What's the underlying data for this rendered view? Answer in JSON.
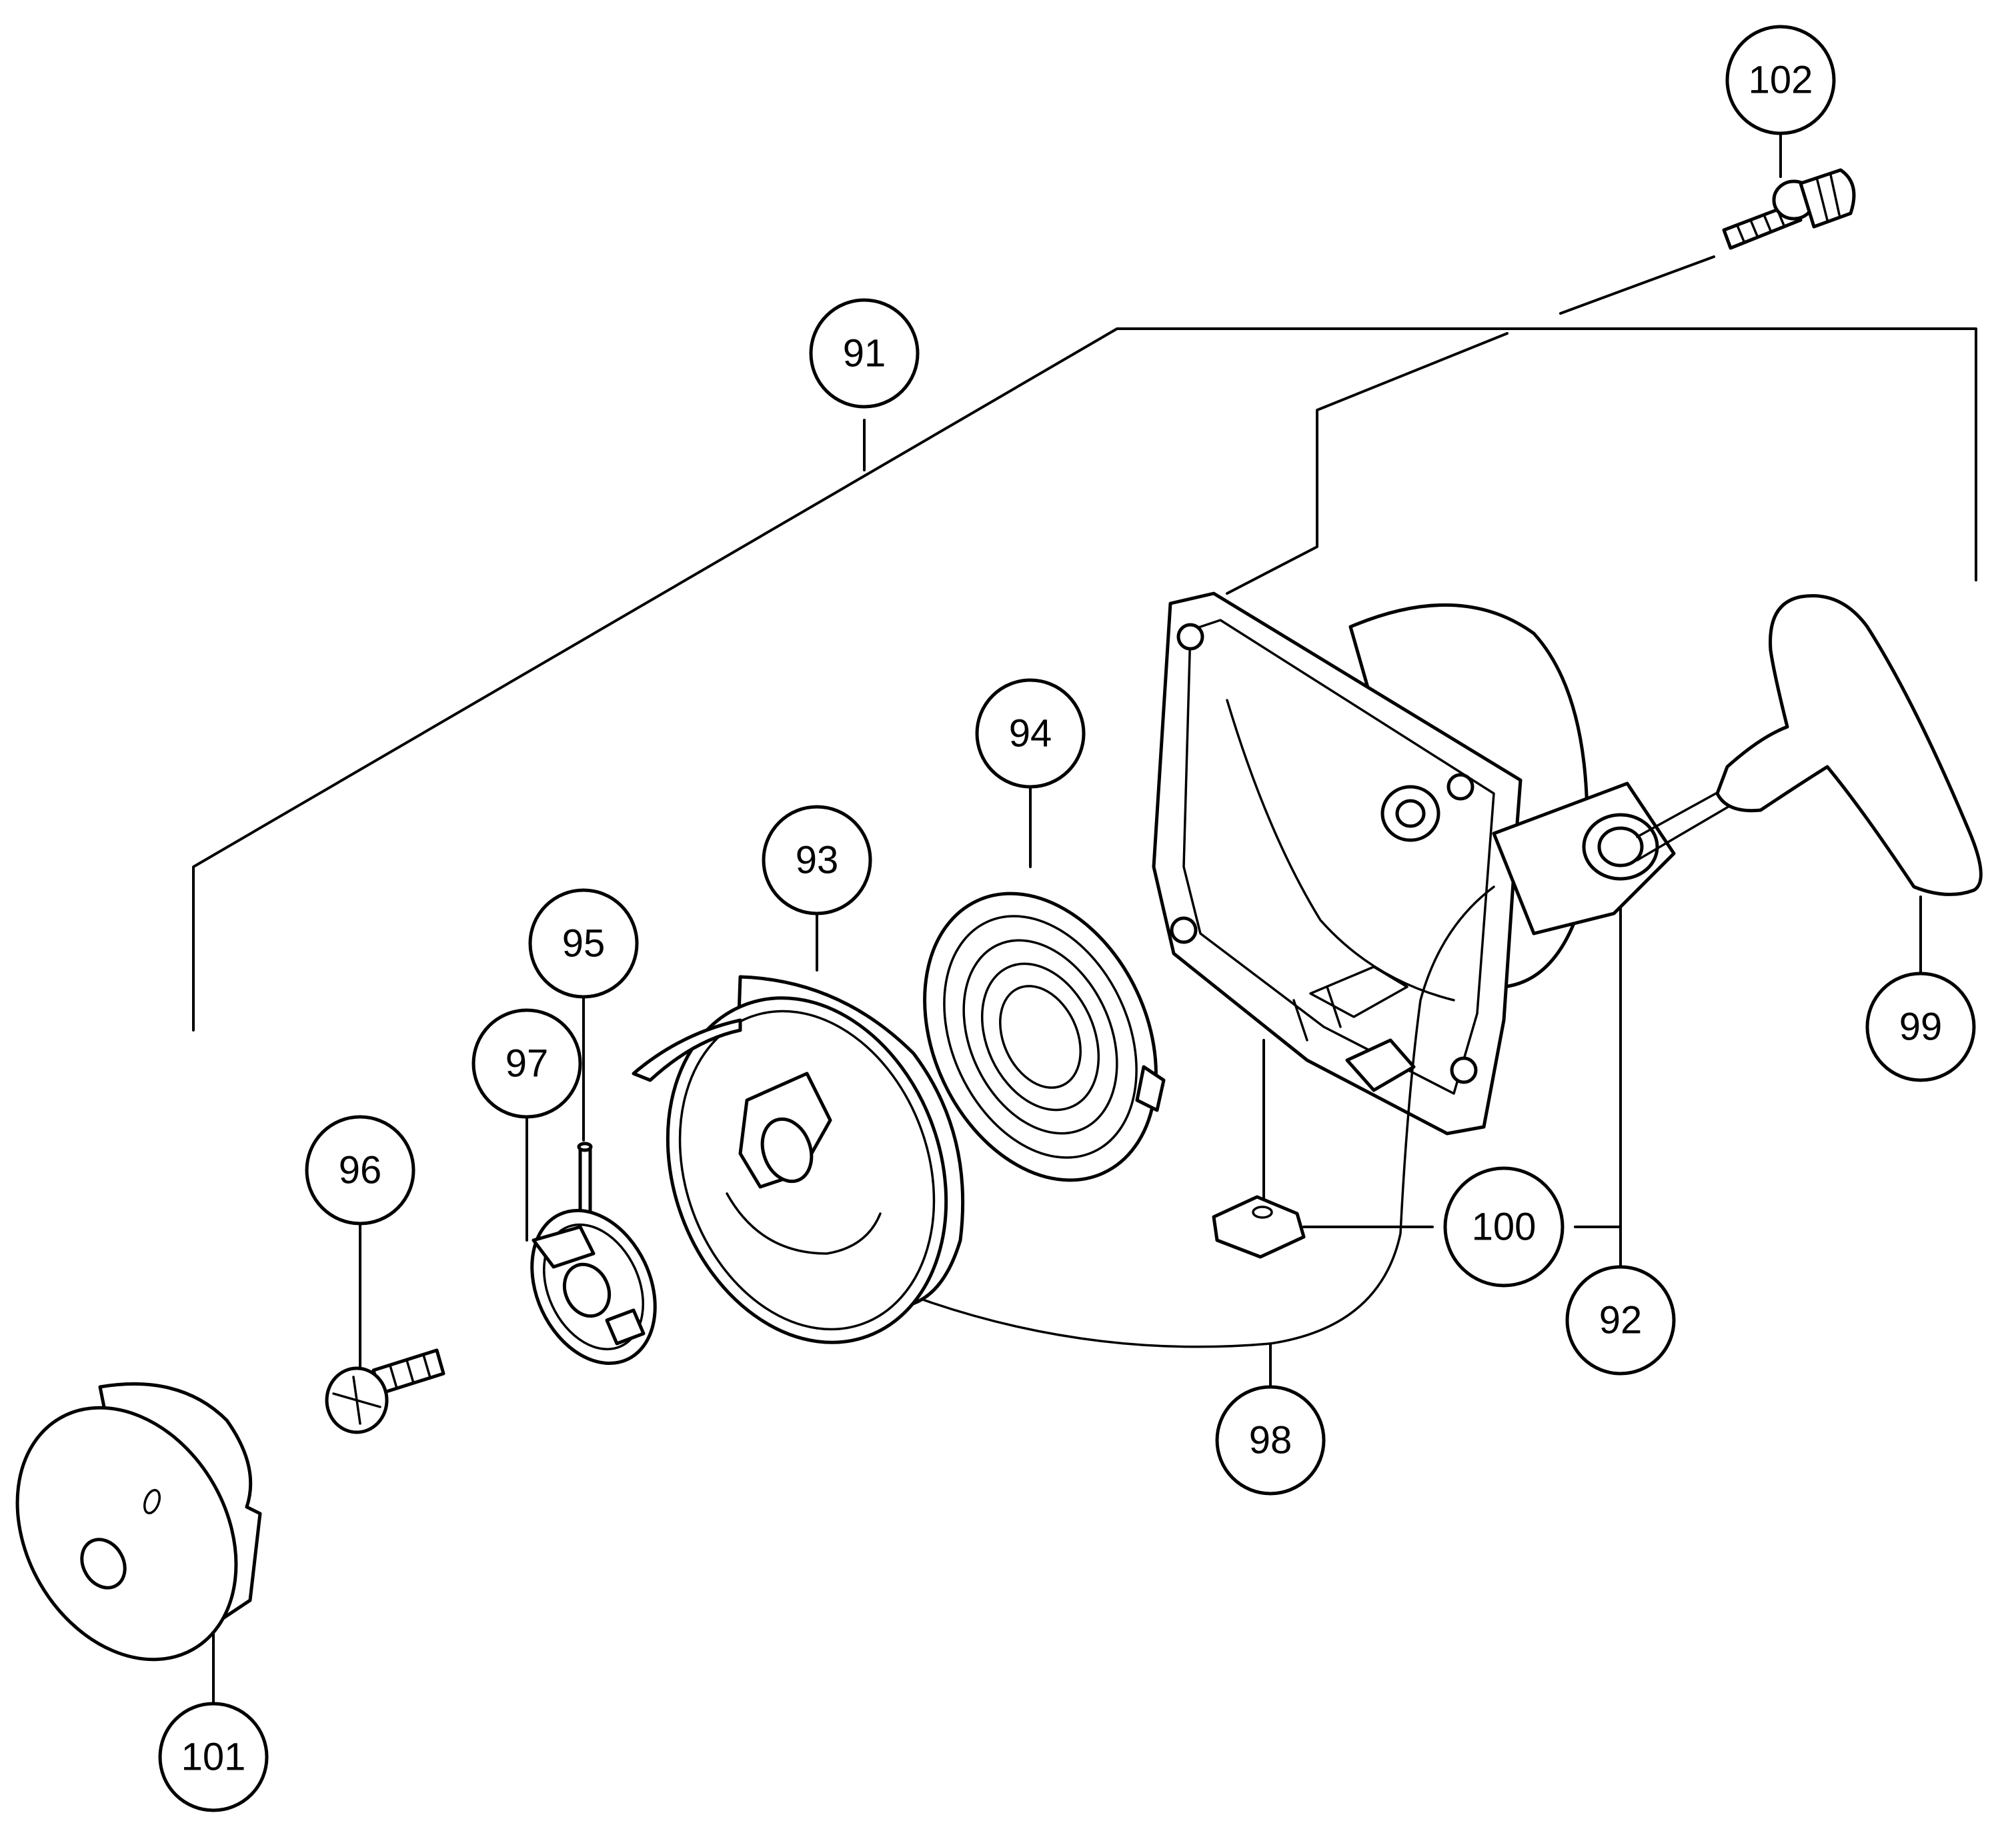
{
  "callouts": {
    "c91": "91",
    "c92": "92",
    "c93": "93",
    "c94": "94",
    "c95": "95",
    "c96": "96",
    "c97": "97",
    "c98": "98",
    "c99": "99",
    "c100": "100",
    "c101": "101",
    "c102": "102"
  }
}
